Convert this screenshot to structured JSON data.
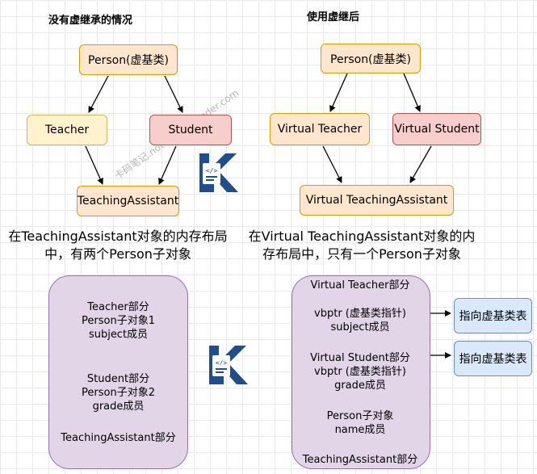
{
  "left": {
    "heading": "没有虚继承的情况",
    "nodes": {
      "person": "Person(虚基类)",
      "teacher": "Teacher",
      "student": "Student",
      "ta": "TeachingAssistant"
    },
    "caption_line1": "在TeachingAssistant对象的内存布局",
    "caption_line2": "中，有两个Person子对象",
    "memory": {
      "teacher_part": [
        "Teacher部分",
        "Person子对象1",
        "subject成员"
      ],
      "student_part": [
        "Student部分",
        "Person子对象2",
        "grade成员"
      ],
      "ta_part": "TeachingAssistant部分"
    }
  },
  "right": {
    "heading": "使用虚继后",
    "nodes": {
      "person": "Person(虚基类)",
      "teacher": "Virtual Teacher",
      "student": "Virtual Student",
      "ta": "Virtual  TeachingAssistant"
    },
    "caption_line1": "在Virtual  TeachingAssistant对象的内",
    "caption_line2": "存布局中，只有一个Person子对象",
    "memory": {
      "teacher_title": "Virtual  Teacher部分",
      "teacher_part": [
        "vbptr (虚基类指针)",
        "subject成员"
      ],
      "student_part": [
        "Virtual Student部分",
        "vbptr (虚基类指针)",
        "grade成员"
      ],
      "person_part": [
        "Person子对象",
        "name成员"
      ],
      "ta_part": "TeachingAssistant部分"
    },
    "pointer_boxes": [
      "指向虚基类表",
      "指向虚基类表"
    ]
  },
  "watermark": "卡码笔记.notes.kamacoder.com",
  "colors": {
    "orange_fill": "#ffe6cc",
    "yellow_fill": "#fff2cc",
    "red_fill": "#f8cecc",
    "purple_fill": "#e1d5e7",
    "blue_fill": "#dae8fc",
    "logo_blue": "#1f4e8c"
  },
  "icons": [
    "kamacoder-logo-icon",
    "kamacoder-logo-icon"
  ]
}
